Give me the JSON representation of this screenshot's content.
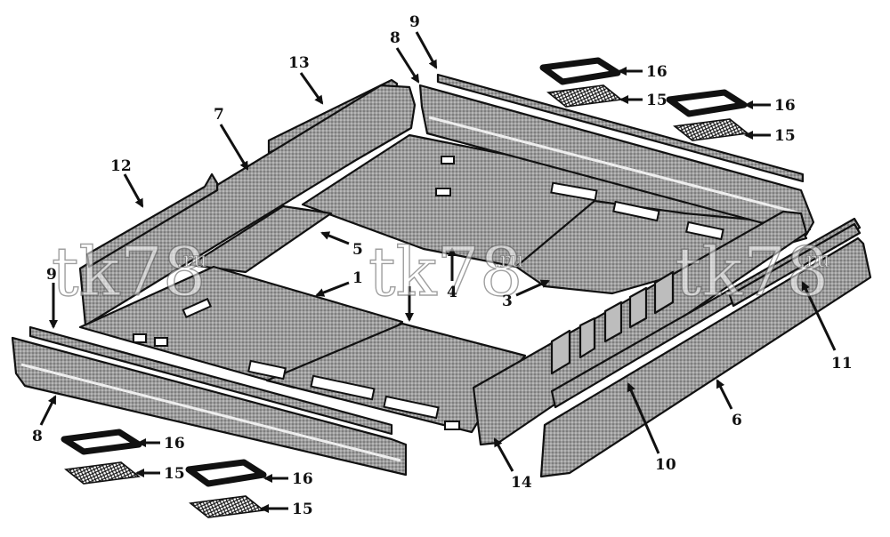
{
  "watermark": {
    "main": "tk78",
    "suffix": ".ru"
  },
  "callouts": {
    "c1": "1",
    "c3": "3",
    "c4": "4",
    "c5": "5",
    "c6": "6",
    "c7": "7",
    "c8_top": "8",
    "c8_bottom": "8",
    "c9_top": "9",
    "c9_left": "9",
    "c10": "10",
    "c11": "11",
    "c12": "12",
    "c13": "13",
    "c14": "14",
    "c15_tr1": "15",
    "c15_tr2": "15",
    "c15_bl1": "15",
    "c15_bl2": "15",
    "c16_tr1": "16",
    "c16_tr2": "16",
    "c16_bl1": "16",
    "c16_bl2": "16"
  }
}
